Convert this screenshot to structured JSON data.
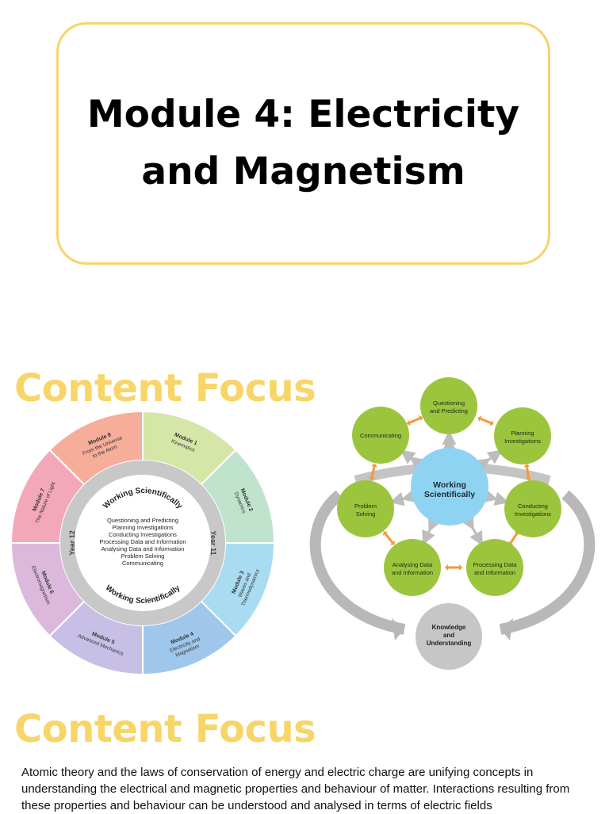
{
  "title": "Module 4: Electricity and Magnetism",
  "section_heading_1": "Content Focus",
  "section_heading_2": "Content Focus",
  "wheel": {
    "center_title_top": "Working Scientifically",
    "center_title_bottom": "Working Scientifically",
    "skills": [
      "Questioning and Predicting",
      "Planning Investigations",
      "Conducting Investigations",
      "Processing Data and Information",
      "Analysing Data and Information",
      "Problem Solving",
      "Communicating"
    ],
    "year_left": "Year 12",
    "year_right": "Year 11",
    "modules": [
      {
        "number": "Module 1",
        "name": "Kinematics",
        "color": "#d6e6a6"
      },
      {
        "number": "Module 2",
        "name": "Dynamics",
        "color": "#bfe3cc"
      },
      {
        "number": "Module 3",
        "name": "Waves and Thermodynamics",
        "color": "#a9dcf1"
      },
      {
        "number": "Module 4",
        "name": "Electricity and Magnetism",
        "color": "#9fc7ec"
      },
      {
        "number": "Module 5",
        "name": "Advanced Mechanics",
        "color": "#c7bfe6"
      },
      {
        "number": "Module 6",
        "name": "Electromagnetism",
        "color": "#dcb9dc"
      },
      {
        "number": "Module 7",
        "name": "The Nature of Light",
        "color": "#f3a8ba"
      },
      {
        "number": "Module 8",
        "name": "From the Universe to the Atom",
        "color": "#f6ad9a"
      }
    ],
    "ring_color": "#c8c8c8"
  },
  "cycle": {
    "center_label_line1": "Working",
    "center_label_line2": "Scientifically",
    "center_color": "#8ed3f2",
    "node_color": "#9bc53d",
    "arrow_color": "#f19a3a",
    "knowledge_line1": "Knowledge",
    "knowledge_line2": "and",
    "knowledge_line3": "Understanding",
    "nodes": [
      {
        "line1": "Questioning",
        "line2": "and Predicting"
      },
      {
        "line1": "Planning",
        "line2": "Investigations"
      },
      {
        "line1": "Conducting",
        "line2": "Investigations"
      },
      {
        "line1": "Processing Data",
        "line2": "and Information"
      },
      {
        "line1": "Analysing Data",
        "line2": "and Information"
      },
      {
        "line1": "Problem",
        "line2": "Solving"
      },
      {
        "line1": "Communicating",
        "line2": ""
      }
    ]
  },
  "body_text": "Atomic theory and the laws of conservation of energy and electric charge are unifying concepts in understanding the electrical and magnetic properties and behaviour of matter. Interactions resulting from these properties and behaviour can be understood and analysed in terms of electric fields"
}
